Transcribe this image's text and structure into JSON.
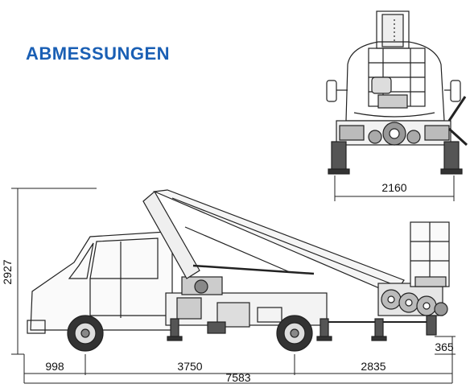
{
  "title": "ABMESSUNGEN",
  "colors": {
    "title": "#1a5fb4",
    "line": "#222222"
  },
  "dimensions": {
    "height": "2927",
    "front_width": "2160",
    "front_overhang": "998",
    "wheelbase": "3750",
    "rear_overhang": "2835",
    "total_length": "7583",
    "outrigger_height": "365"
  }
}
